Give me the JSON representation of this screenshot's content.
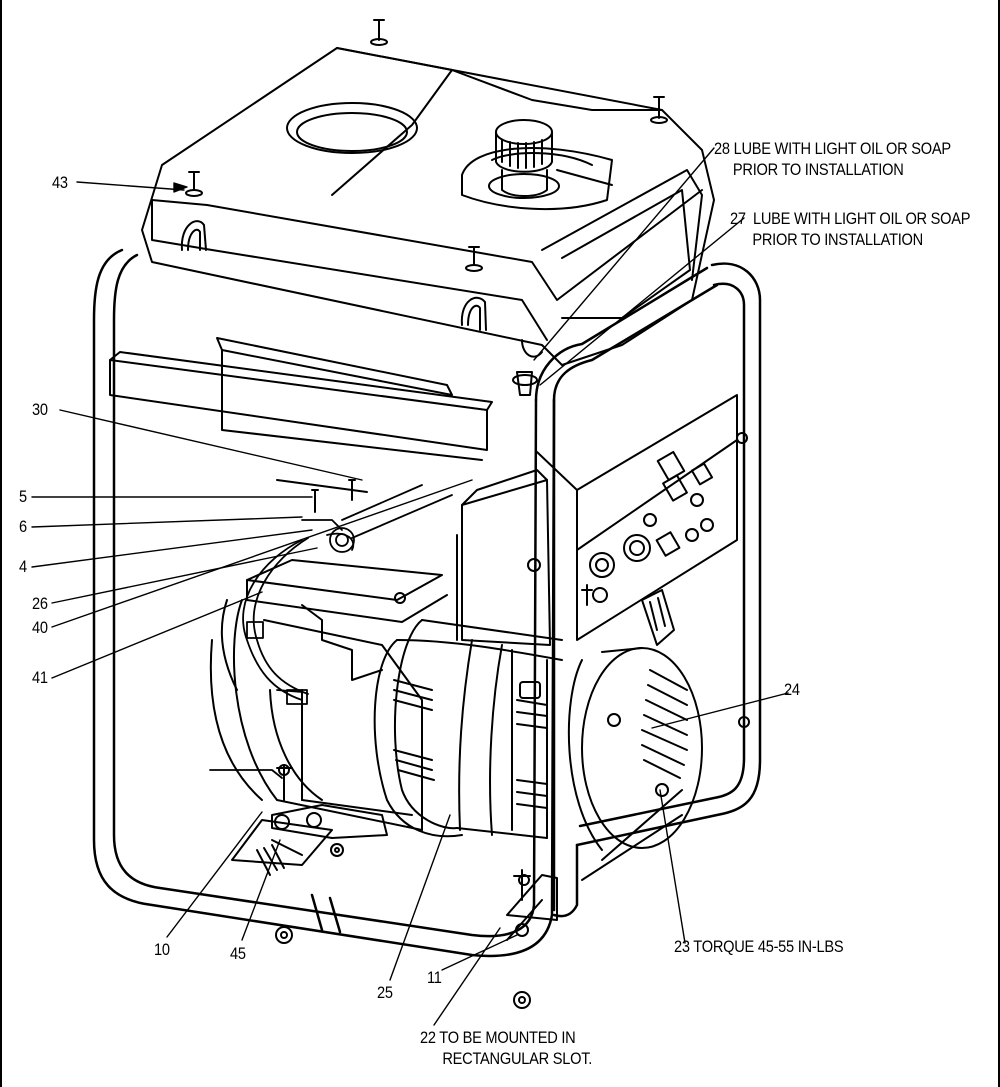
{
  "callouts": {
    "c43": "43",
    "c30": "30",
    "c5": "5",
    "c6": "6",
    "c4": "4",
    "c26": "26",
    "c40": "40",
    "c41": "41",
    "c10": "10",
    "c45": "45",
    "c25": "25",
    "c11": "11",
    "c24": "24",
    "c28": "28",
    "c27": "27",
    "c23": "23",
    "c22": "22"
  },
  "notes": {
    "n28_line1": "LUBE WITH LIGHT OIL OR SOAP",
    "n28_line2": "PRIOR TO INSTALLATION",
    "n27_line1": "LUBE WITH LIGHT OIL OR SOAP",
    "n27_line2": "PRIOR TO INSTALLATION",
    "n23": "TORQUE 45-55 IN-LBS",
    "n22_line1": "TO BE MOUNTED IN",
    "n22_line2": "RECTANGULAR SLOT."
  }
}
